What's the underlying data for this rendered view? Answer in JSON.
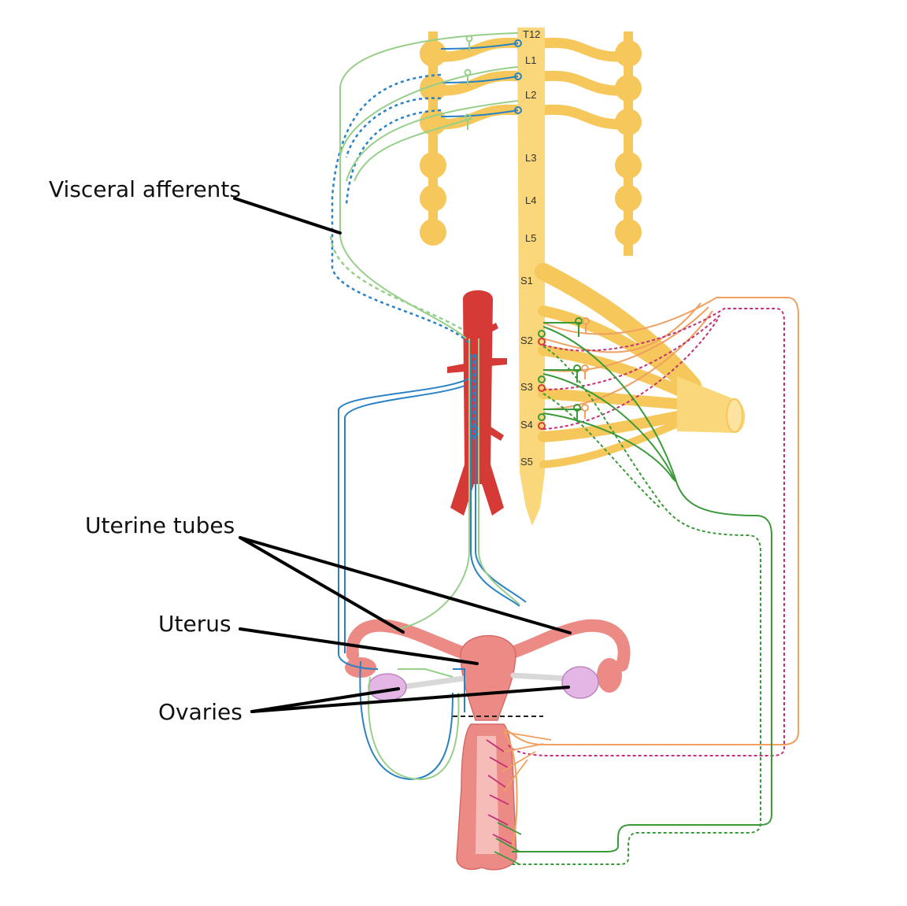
{
  "colors": {
    "cord": "#fad77a",
    "chain": "#f6c75a",
    "aorta": "#d63a37",
    "uterus": "#ec8a86",
    "ovary": "#e3b6e6",
    "sympathetic": "#2a82c4",
    "afferent": "#97cf8a",
    "parasympathetic": "#3a9a3a",
    "pelvic_splanchnic": "#f0a060",
    "parasympathetic_dashed": "#c43078",
    "leader": "#000000"
  },
  "segments": {
    "t12": "T12",
    "l1": "L1",
    "l2": "L2",
    "l3": "L3",
    "l4": "L4",
    "l5": "L5",
    "s1": "S1",
    "s2": "S2",
    "s3": "S3",
    "s4": "S4",
    "s5": "S5"
  },
  "labels": {
    "visceral_afferents": "Visceral afferents",
    "uterine_tubes": "Uterine tubes",
    "uterus": "Uterus",
    "ovaries": "Ovaries"
  }
}
